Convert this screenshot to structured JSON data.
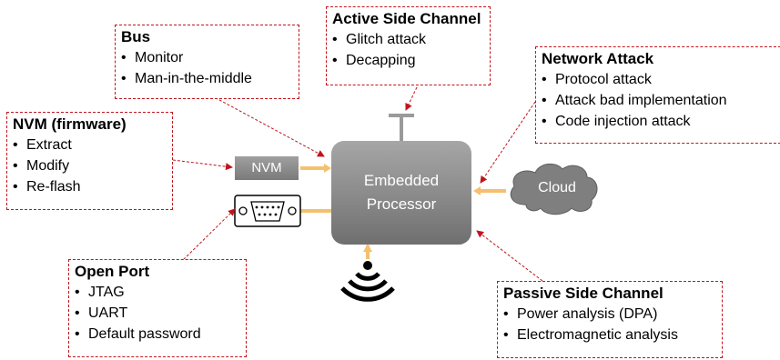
{
  "bus": {
    "title": "Bus",
    "items": [
      "Monitor",
      "Man-in-the-middle"
    ]
  },
  "active_side_channel": {
    "title": "Active Side Channel",
    "items": [
      "Glitch attack",
      "Decapping"
    ]
  },
  "network_attack": {
    "title": "Network Attack",
    "items": [
      "Protocol attack",
      "Attack bad implementation",
      "Code injection attack"
    ]
  },
  "nvm_firmware": {
    "title": "NVM (firmware)",
    "items": [
      "Extract",
      "Modify",
      "Re-flash"
    ]
  },
  "open_port": {
    "title": "Open Port",
    "items": [
      "JTAG",
      "UART",
      "Default password"
    ]
  },
  "passive_side_channel": {
    "title": "Passive Side Channel",
    "items": [
      "Power analysis (DPA)",
      "Electromagnetic analysis"
    ]
  },
  "processor": {
    "line1": "Embedded",
    "line2": "Processor"
  },
  "nvm_chip": {
    "label": "NVM"
  },
  "cloud": {
    "label": "Cloud"
  },
  "colors": {
    "dashed_border": "#c0141c",
    "connector": "#f5c06e",
    "processor_gray": "#8c8c8c"
  }
}
